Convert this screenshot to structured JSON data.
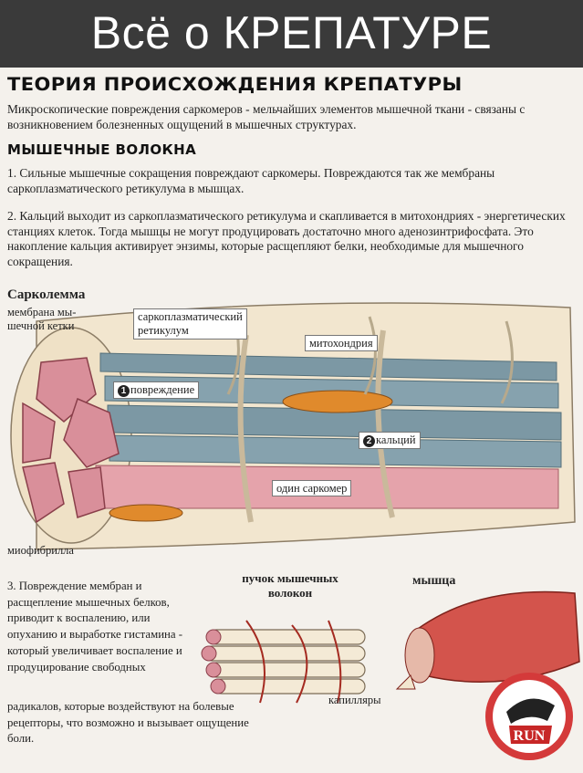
{
  "banner": {
    "title": "Всё о КРЕПАТУРЕ"
  },
  "theory": {
    "heading": "ТЕОРИЯ ПРОИСХОЖДЕНИЯ КРЕПАТУРЫ",
    "intro": "Микроскопические повреждения саркомеров - мельчайших элементов мышечной ткани - связаны с возникновением болезненных ощущений в мышечных структурах."
  },
  "fibers": {
    "heading": "МЫШЕЧНЫЕ ВОЛОКНА",
    "point1": "1. Сильные мышечные сокращения повреждают саркомеры. Повреждаются так же мембраны саркоплазматического ретикулума в мышцах.",
    "point2": "2. Кальций выходит из саркоплазматического ретикулума и скапливается в митохондриях - энергетических станциях клеток. Тогда мышцы не могут продуцировать достаточно много аденозинтрифосфата. Это накопление кальция активирует энзимы, которые расщепляют белки, необходимые для мышечного сокращения."
  },
  "diagram": {
    "sarcolemma": "Сарколемма",
    "sarcolemma_desc_1": "мембрана мы-",
    "sarcolemma_desc_2": "шечной кетки",
    "sr_label_1": "саркоплазматический",
    "sr_label_2": "ретикулум",
    "mitochondria": "митохондрия",
    "damage_num": "1",
    "damage": "повреждение",
    "calcium_num": "2",
    "calcium": "кальций",
    "sarcomere": "один саркомер",
    "myofibril": "миофибрилла"
  },
  "bottom": {
    "point3_a": "3. Повреждение мембран и расщепление мышечных белков, приводит к воспалению, или опуханию и выработке гистамина - который увеличивает воспаление и продуцирование свободных",
    "point3_b": "радикалов, которые воздействуют на болевые рецепторы, что возможно и вызывает ощущение боли.",
    "bundle_label_1": "пучок мышечных",
    "bundle_label_2": "волокон",
    "muscle_label": "мышца",
    "capillaries": "капилляры"
  },
  "logo": {
    "text": "RUN"
  }
}
